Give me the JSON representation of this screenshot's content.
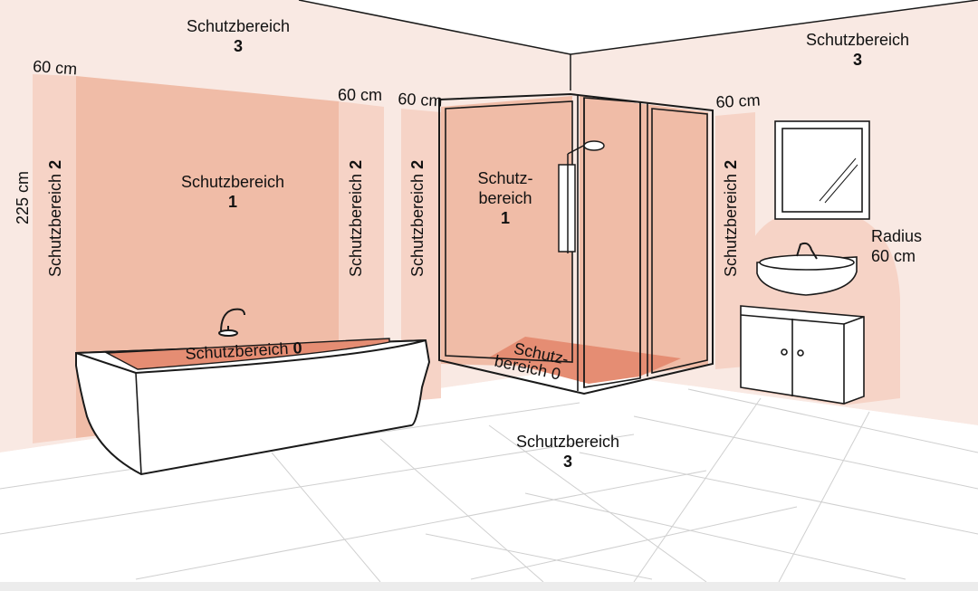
{
  "colors": {
    "wall": "#f9e9e3",
    "zone1": "#f0bca7",
    "zone2": "#f6d3c6",
    "zone0": "#e58d73",
    "floor": "#ffffff",
    "outline": "#1a1a1a"
  },
  "labels": {
    "zone3_left": {
      "text": "Schutzbereich",
      "num": "3"
    },
    "zone3_right": {
      "text": "Schutzbereich",
      "num": "3"
    },
    "zone3_floor": {
      "text": "Schutzbereich",
      "num": "3"
    },
    "zone1_wall": {
      "text": "Schutzbereich",
      "num": "1"
    },
    "zone1_shower": {
      "line1": "Schutz-",
      "line2": "bereich",
      "num": "1"
    },
    "zone0_tub": {
      "text": "Schutzbereich",
      "num": "0"
    },
    "zone0_shower": {
      "line1": "Schutz-",
      "line2": "bereich 0"
    },
    "zone2_a": {
      "text": "Schutzbereich",
      "num": "2"
    },
    "zone2_b": {
      "text": "Schutzbereich",
      "num": "2"
    },
    "zone2_c": {
      "text": "Schutzbereich",
      "num": "2"
    },
    "zone2_d": {
      "text": "Schutzbereich",
      "num": "2"
    },
    "dim_60_a": "60 cm",
    "dim_60_b": "60 cm",
    "dim_60_c": "60 cm",
    "dim_60_d": "60 cm",
    "dim_225": "225 cm",
    "radius_line1": "Radius",
    "radius_line2": "60 cm"
  }
}
